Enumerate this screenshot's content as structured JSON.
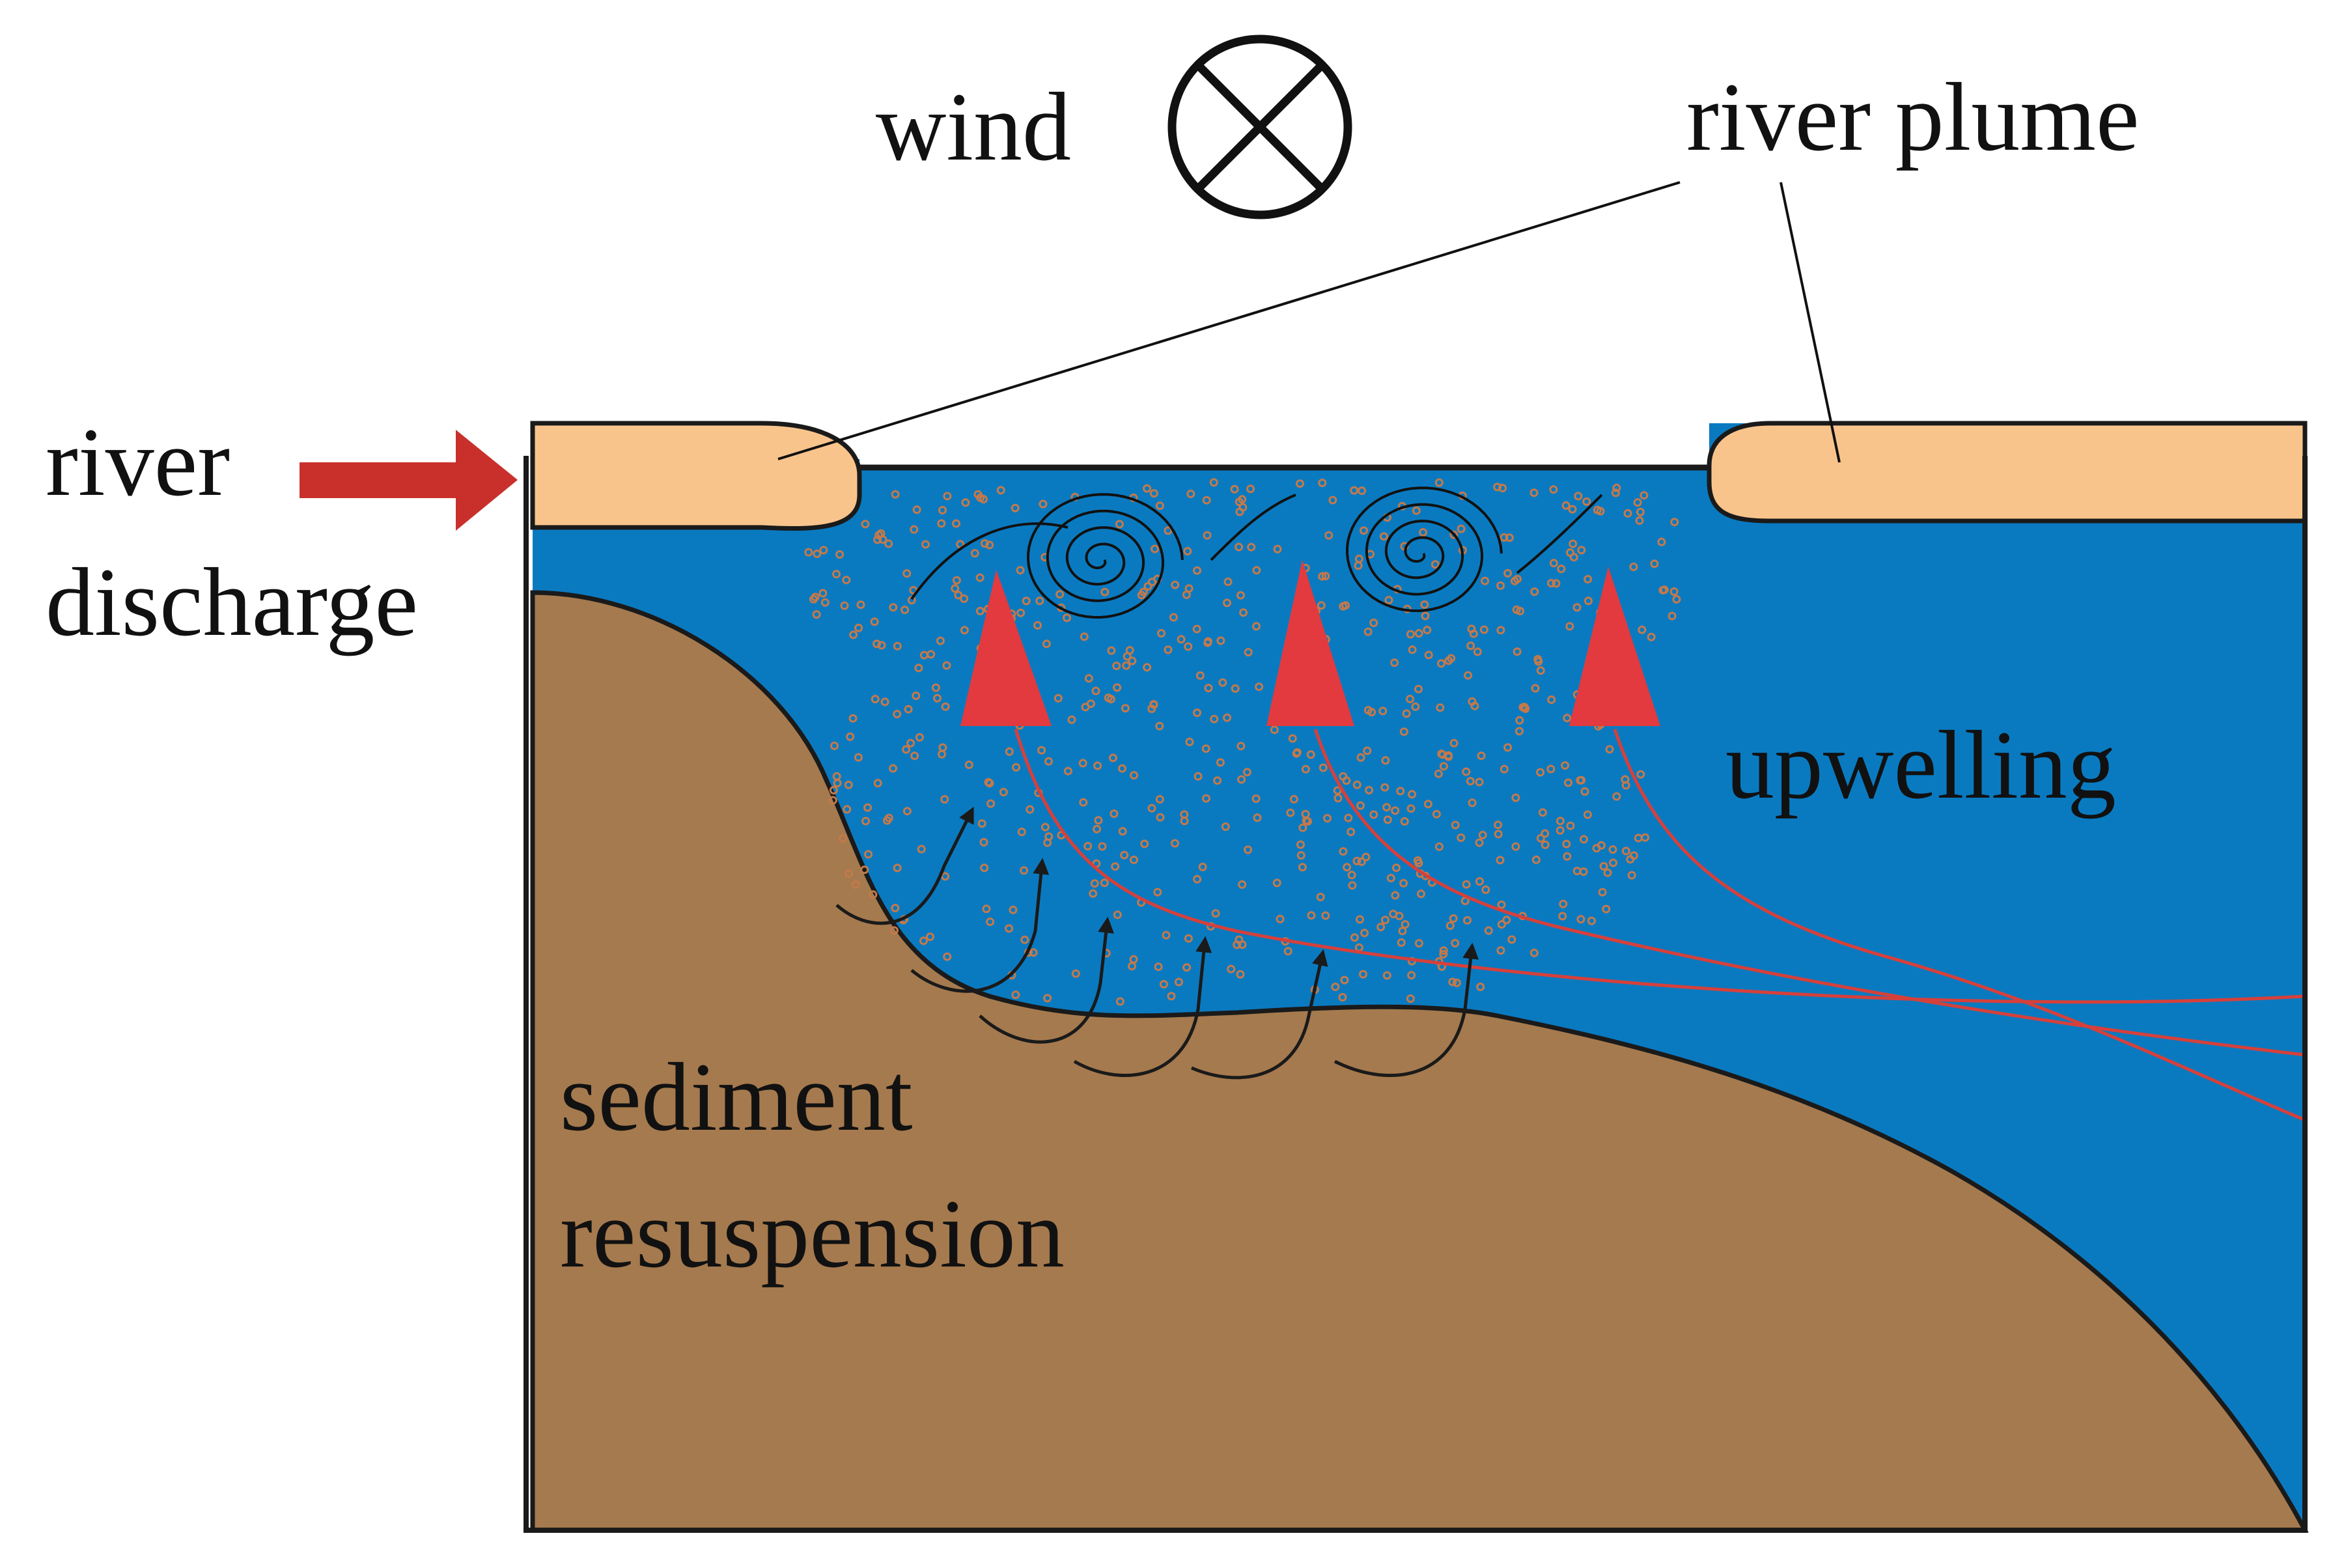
{
  "labels": {
    "wind": "wind",
    "river_plume": "river plume",
    "river_discharge_line1": "river",
    "river_discharge_line2": "discharge",
    "upwelling": "upwelling",
    "sediment_line1": "sediment",
    "sediment_line2": "resuspension"
  },
  "wind_symbol": "circle-cross-icon",
  "colors": {
    "water": "#0a7ac0",
    "sediment": "#a57a4e",
    "plume": "#f8c48c",
    "upwelling_arrow": "#e23a3f",
    "discharge_arrow": "#c9302c",
    "outline": "#1a1a1a",
    "particle": "#c4794a"
  }
}
